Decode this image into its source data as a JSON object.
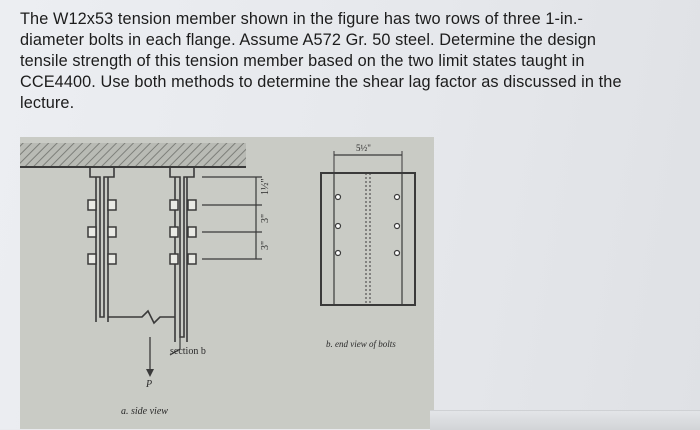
{
  "question": {
    "lines": [
      "The W12x53 tension member shown in the figure has two rows of three 1-in.-",
      "diameter bolts in each flange. Assume A572 Gr. 50 steel. Determine the design",
      "tensile strength of this tension member based on the two limit states taught in",
      "CCE4400. Use both methods to determine the shear lag factor as discussed in the",
      "lecture."
    ]
  },
  "figure": {
    "side_view_caption": "a. side view",
    "section_label": "section b",
    "load_label": "P",
    "dim_edge_top": "1½\"",
    "dim_spacing_1": "3\"",
    "dim_spacing_2": "3\"",
    "end_view_caption": "b. end view of bolts",
    "gage_dim": "5½\""
  }
}
